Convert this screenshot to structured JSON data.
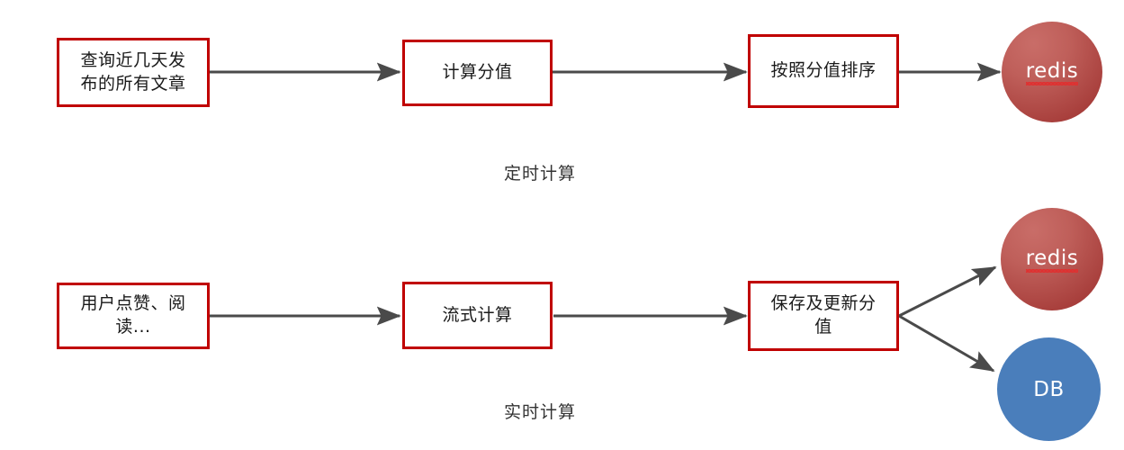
{
  "diagram": {
    "title": "article score computation flow",
    "colors": {
      "box_border": "#C00000",
      "box_fill": "#FFFFFF",
      "arrow": "#4A4A4A",
      "redis_circle": "#B0504C",
      "db_circle": "#4A7EBB",
      "text": "#1A1A1A",
      "caption_text": "#333333"
    },
    "rows": [
      {
        "id": "scheduled",
        "caption": "定时计算",
        "nodes": [
          {
            "id": "query-articles",
            "type": "process",
            "label_line1": "查询近几天发",
            "label_line2": "布的所有文章"
          },
          {
            "id": "compute-score",
            "type": "process",
            "label_line1": "计算分值",
            "label_line2": ""
          },
          {
            "id": "sort-by-score",
            "type": "process",
            "label_line1": "按照分值排序",
            "label_line2": ""
          },
          {
            "id": "redis-store-1",
            "type": "store",
            "label": "redis",
            "shape": "circle",
            "color": "#B0504C",
            "misspelled": true
          }
        ]
      },
      {
        "id": "realtime",
        "caption": "实时计算",
        "nodes": [
          {
            "id": "user-actions",
            "type": "process",
            "label_line1": "用户点赞、阅",
            "label_line2": "读..."
          },
          {
            "id": "stream-compute",
            "type": "process",
            "label_line1": "流式计算",
            "label_line2": ""
          },
          {
            "id": "save-update-score",
            "type": "process",
            "label_line1": "保存及更新分",
            "label_line2": "值"
          },
          {
            "id": "redis-store-2",
            "type": "store",
            "label": "redis",
            "shape": "circle",
            "color": "#B0504C",
            "misspelled": true
          },
          {
            "id": "db-store",
            "type": "store",
            "label": "DB",
            "shape": "circle",
            "color": "#4A7EBB",
            "misspelled": false
          }
        ]
      }
    ],
    "connections": [
      {
        "from": "query-articles",
        "to": "compute-score",
        "style": "arrow"
      },
      {
        "from": "compute-score",
        "to": "sort-by-score",
        "style": "arrow"
      },
      {
        "from": "sort-by-score",
        "to": "redis-store-1",
        "style": "arrow"
      },
      {
        "from": "user-actions",
        "to": "stream-compute",
        "style": "arrow"
      },
      {
        "from": "stream-compute",
        "to": "save-update-score",
        "style": "arrow"
      },
      {
        "from": "save-update-score",
        "to": "redis-store-2",
        "style": "arrow"
      },
      {
        "from": "save-update-score",
        "to": "db-store",
        "style": "arrow"
      }
    ]
  }
}
